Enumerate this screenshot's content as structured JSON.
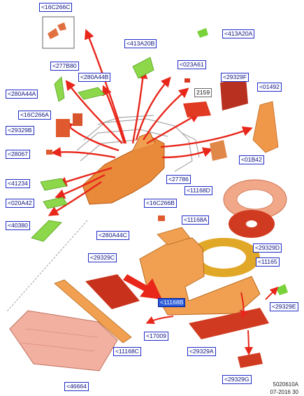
{
  "labels": {
    "l16C266C": "<16C266C",
    "l277B80": "<277B80",
    "l280A44B": "<280A44B",
    "l280A44A": "<280A44A",
    "l16C266A": "<16C266A",
    "l29329B": "<29329B",
    "l28067": "<28067",
    "l41234": "<41234",
    "l020A42": "<020A42",
    "l40380": "<40380",
    "l413A20B": "<413A20B",
    "l023A61": "<023A61",
    "l2159": "2159",
    "l29329F": "<29329F",
    "l01492": "<01492",
    "l413A20A": "<413A20A",
    "l01B42": "<01B42",
    "l27786": "<27786",
    "l11168D": "<11168D",
    "l16C266B": "<16C266B",
    "l11168A": "<11168A",
    "l280A44C": "<280A44C",
    "l29329D": "<29329D",
    "l29329C": "<29329C",
    "l11165": "<11165",
    "l11168B": "<11168B",
    "l29329E": "<29329E",
    "l17009": "<17009",
    "l11168C": "<11168C",
    "l29329A": "<29329A",
    "l29329G": "<29329G",
    "l46664": "<46664"
  },
  "footer": {
    "code": "5020610A",
    "date": "07-2016 30"
  },
  "colors": {
    "orange": "#e88a3a",
    "red": "#d83a20",
    "darkRed": "#a8281a",
    "green": "#7ad23a",
    "arrowRed": "#e8261a",
    "salmon": "#f0a888",
    "ring": "#e1a828"
  }
}
